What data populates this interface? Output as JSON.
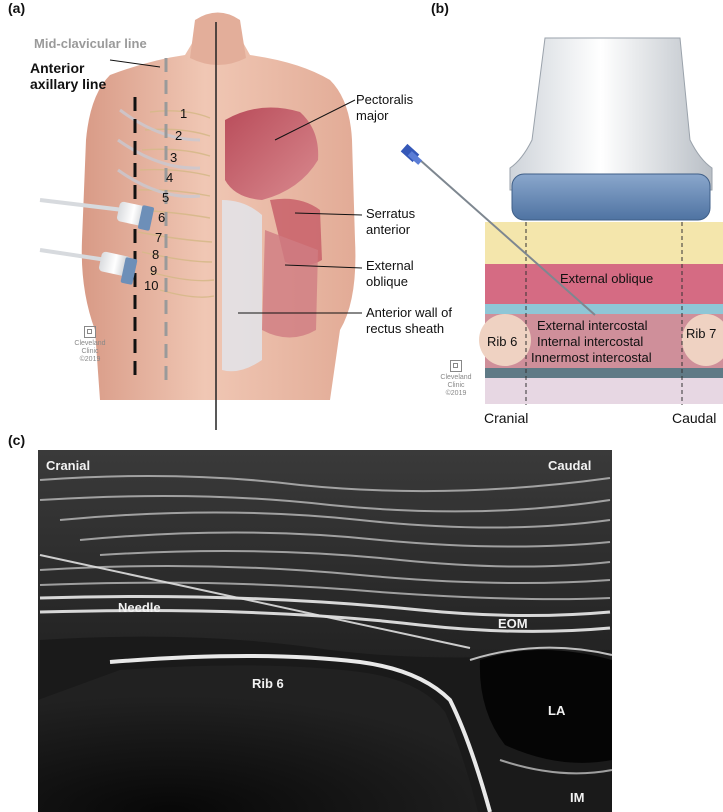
{
  "panels": {
    "a": "(a)",
    "b": "(b)",
    "c": "(c)"
  },
  "panel_a": {
    "mid_clavicular": "Mid-clavicular line",
    "anterior_axillary": [
      "Anterior",
      "axillary line"
    ],
    "ribs": [
      "1",
      "2",
      "3",
      "4",
      "5",
      "6",
      "7",
      "8",
      "9",
      "10"
    ],
    "pectoralis": [
      "Pectoralis",
      "major"
    ],
    "serratus": [
      "Serratus",
      "anterior"
    ],
    "external_oblique": [
      "External",
      "oblique"
    ],
    "rectus": [
      "Anterior wall of",
      "rectus sheath"
    ],
    "copyright": [
      "Cleveland",
      "Clinic",
      "©2019"
    ]
  },
  "panel_b": {
    "external_oblique": "External oblique",
    "external_intercostal": "External intercostal",
    "internal_intercostal": "Internal intercostal",
    "innermost_intercostal": "Innermost intercostal",
    "rib6": "Rib 6",
    "rib7": "Rib 7",
    "cranial": "Cranial",
    "caudal": "Caudal",
    "copyright": [
      "Cleveland",
      "Clinic",
      "©2019"
    ]
  },
  "panel_c": {
    "cranial": "Cranial",
    "caudal": "Caudal",
    "needle": "Needle",
    "eom": "EOM",
    "rib6": "Rib 6",
    "la": "LA",
    "im": "IM"
  },
  "colors": {
    "skin": "#e9b9a4",
    "muscle": "#c8606a",
    "fat": "#f3e4a8",
    "probe_blue": "#6d8fb8",
    "ultrasound_bg": "#1e1e1e"
  }
}
